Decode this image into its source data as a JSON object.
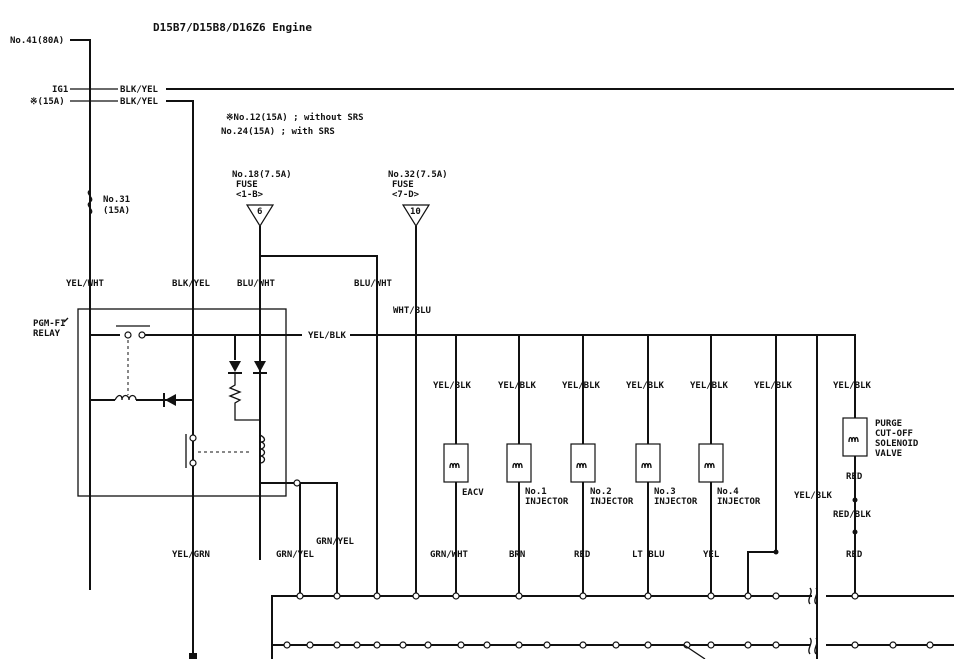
{
  "title": "D15B7/D15B8/D16Z6 Engine",
  "power": {
    "fuse41": "No.41(80A)",
    "ig1": "IG1",
    "fuse15a_ref": "※(15A)",
    "blk_yel_1": "BLK/YEL",
    "blk_yel_2": "BLK/YEL"
  },
  "footnote": {
    "line1": "※No.12(15A) ; without SRS",
    "line2": "No.24(15A) ; with SRS"
  },
  "fuse31": {
    "label": "No.31",
    "rating": "(15A)"
  },
  "fuse18": {
    "label": "No.18(7.5A)",
    "type": "FUSE",
    "loc": "<1-B>",
    "pin": "6"
  },
  "fuse32": {
    "label": "No.32(7.5A)",
    "type": "FUSE",
    "loc": "<7-D>",
    "pin": "10"
  },
  "relay": {
    "label": "PGM-FI",
    "sub": "RELAY"
  },
  "wires": {
    "yel_wht": "YEL/WHT",
    "blk_yel": "BLK/YEL",
    "blu_wht_1": "BLU/WHT",
    "blu_wht_2": "BLU/WHT",
    "wht_blu": "WHT/BLU",
    "yel_blk_main": "YEL/BLK",
    "yel_grn": "YEL/GRN",
    "grn_yel": "GRN/YEL",
    "grn_yel_2": "GRN/YEL",
    "yel_blk_right": "YEL/BLK"
  },
  "components": [
    {
      "top": "YEL/BLK",
      "name1": "EACV",
      "name2": "",
      "bottom": "GRN/WHT"
    },
    {
      "top": "YEL/BLK",
      "name1": "No.1",
      "name2": "INJECTOR",
      "bottom": "BRN"
    },
    {
      "top": "YEL/BLK",
      "name1": "No.2",
      "name2": "INJECTOR",
      "bottom": "RED"
    },
    {
      "top": "YEL/BLK",
      "name1": "No.3",
      "name2": "INJECTOR",
      "bottom": "LT BLU"
    },
    {
      "top": "YEL/BLK",
      "name1": "No.4",
      "name2": "INJECTOR",
      "bottom": "YEL"
    }
  ],
  "extra_yel_blk": "YEL/BLK",
  "purge": {
    "top": "YEL/BLK",
    "lines": [
      "PURGE",
      "CUT-OFF",
      "SOLENOID",
      "VALVE"
    ],
    "red": "RED",
    "red_blk": "RED/BLK",
    "red_bottom": "RED"
  }
}
